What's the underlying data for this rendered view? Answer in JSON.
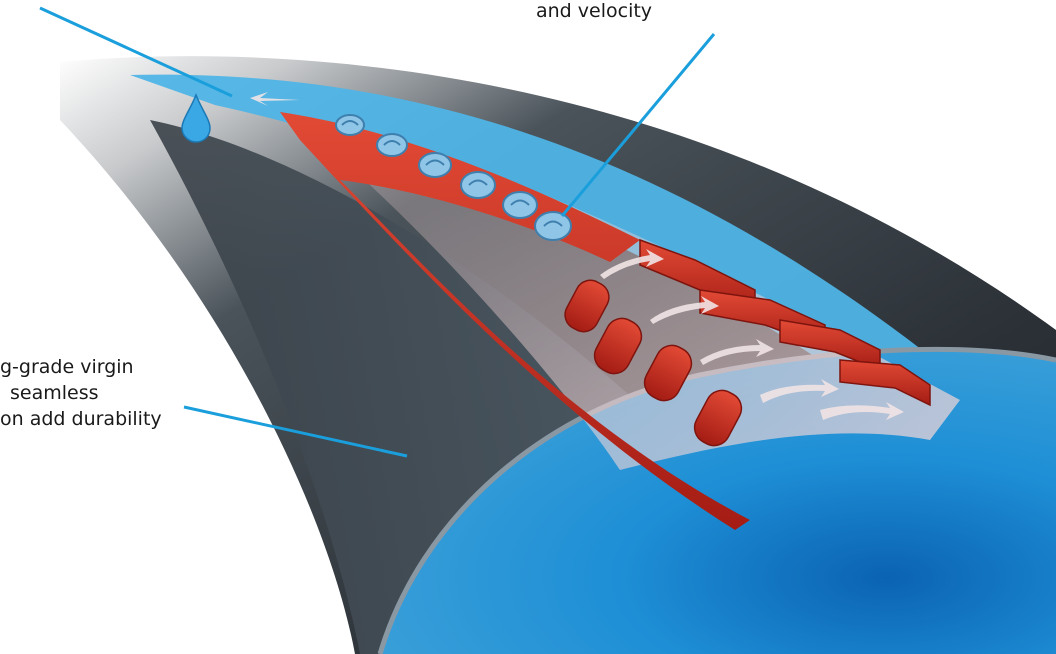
{
  "callouts": {
    "top": {
      "line1": "and velocity"
    },
    "left": {
      "line1": "g-grade virgin",
      "line2": "seamless",
      "line3": "on add durability"
    }
  },
  "colors": {
    "leader_line": "#1a9fdc",
    "outer_shell": "#2b3137",
    "inner_layer": "#4fb4e6",
    "red_ribs": "#cc2a1f",
    "lens_blue": "#1e7fc9"
  },
  "icons": {
    "water_drop": "water-drop-icon",
    "swirl": "swirl-icon",
    "airflow_arrow": "airflow-arrow-icon"
  }
}
